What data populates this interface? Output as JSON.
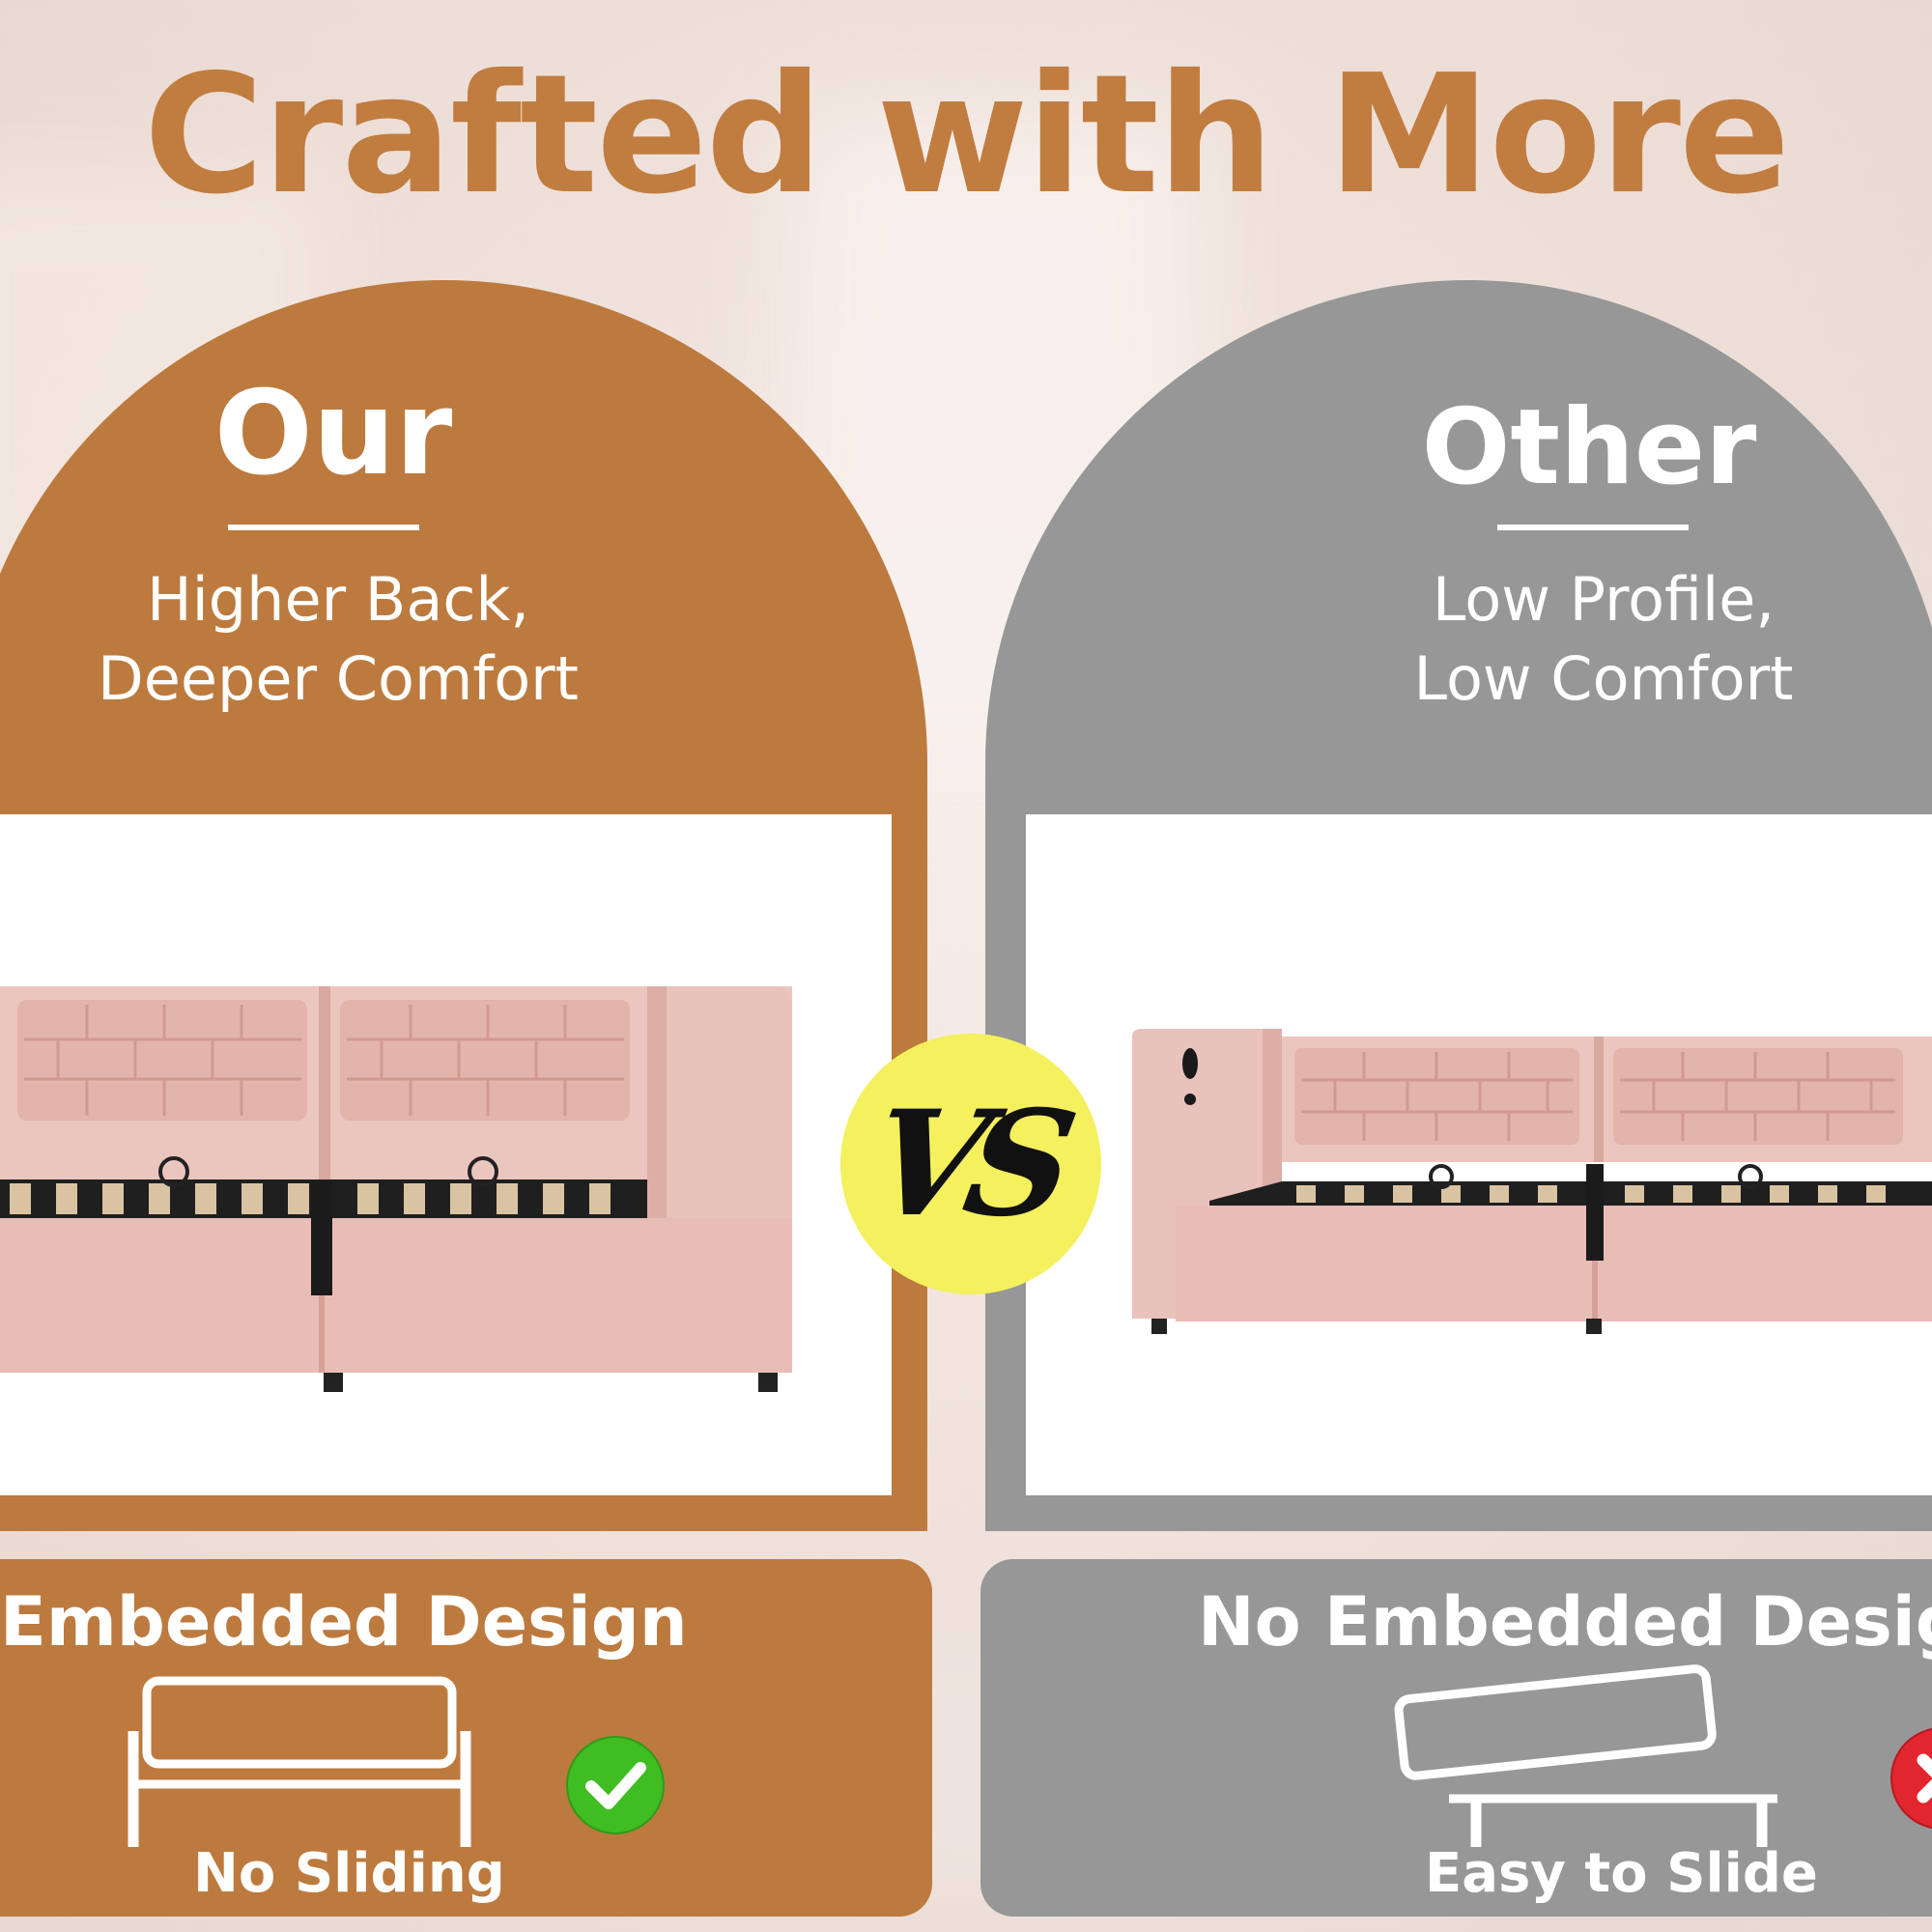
{
  "title": "Crafted with More",
  "colors": {
    "ours": "#bd7a3e",
    "other": "#979797",
    "title": "#c07d3f",
    "vs_badge": "#f4f05e",
    "check": "#3fbd22",
    "cross": "#e2262e"
  },
  "ours": {
    "heading": "Our",
    "subtitle_line1": "Higher Back,",
    "subtitle_line2": "Deeper Comfort",
    "feature_title": "Embedded Design",
    "feature_caption": "No Sliding",
    "status_icon": "check-icon"
  },
  "vs_label": "VS",
  "other": {
    "heading": "Other",
    "subtitle_line1": "Low Profile,",
    "subtitle_line2": "Low Comfort",
    "feature_title": "No Embedded Design",
    "feature_caption": "Easy to Slide",
    "status_icon": "cross-icon"
  }
}
